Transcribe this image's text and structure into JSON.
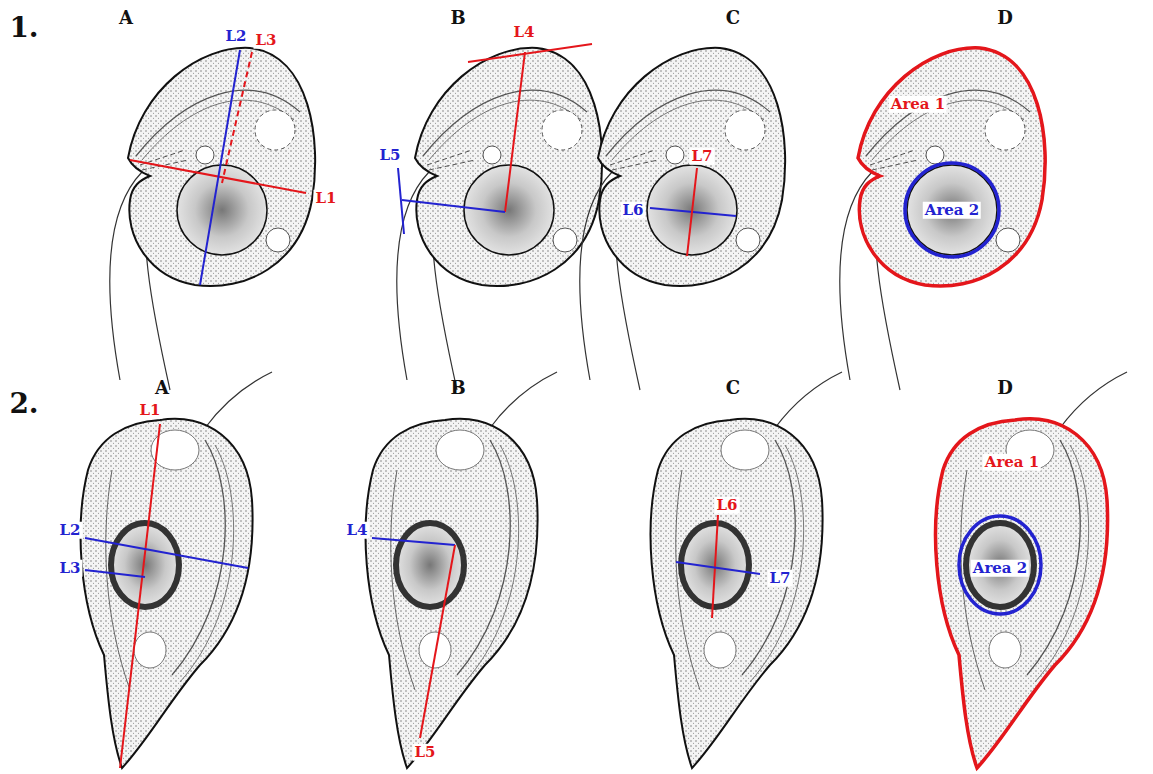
{
  "diagram": {
    "labels": [
      "1.",
      "A",
      "B",
      "C",
      "D",
      "L2",
      "L3",
      "L1",
      "L4",
      "L5",
      "L7",
      "L6",
      "Area 1",
      "Area 2",
      "2.",
      "A",
      "B",
      "C",
      "D",
      "L1",
      "L2",
      "L3",
      "L4",
      "L5",
      "L6",
      "L7",
      "Area 1",
      "Area 2"
    ]
  }
}
